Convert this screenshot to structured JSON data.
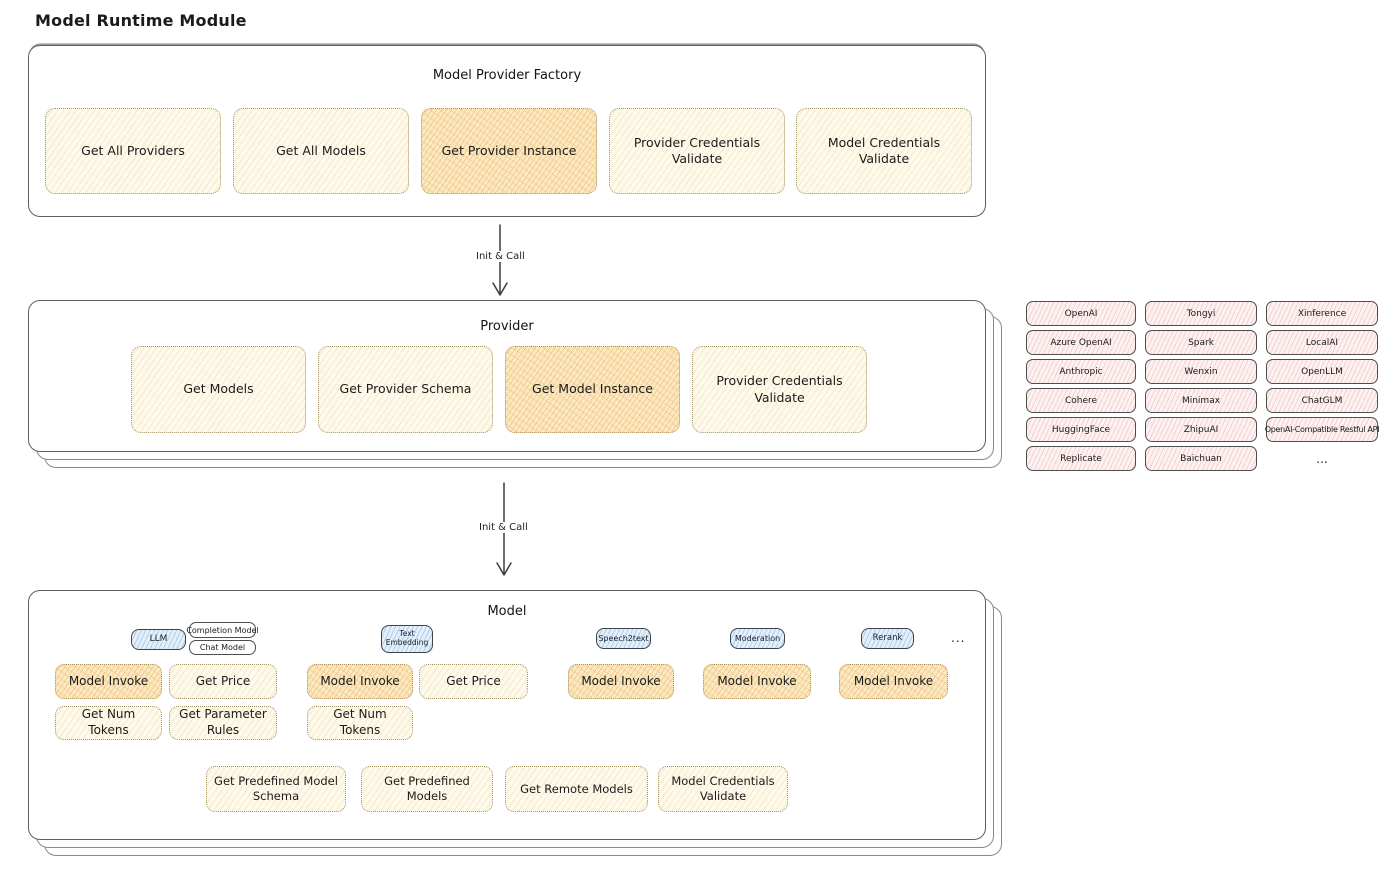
{
  "page_title": "Model Runtime Module",
  "arrows": {
    "arrow1_label": "Init & Call",
    "arrow2_label": "Init & Call"
  },
  "factory": {
    "title": "Model Provider Factory",
    "buttons": [
      {
        "label": "Get All Providers",
        "highlighted": false
      },
      {
        "label": "Get All Models",
        "highlighted": false
      },
      {
        "label": "Get Provider Instance",
        "highlighted": true
      },
      {
        "label": "Provider Credentials Validate",
        "highlighted": false
      },
      {
        "label": "Model Credentials Validate",
        "highlighted": false
      }
    ]
  },
  "provider": {
    "title": "Provider",
    "buttons": [
      {
        "label": "Get Models",
        "highlighted": false
      },
      {
        "label": "Get Provider Schema",
        "highlighted": false
      },
      {
        "label": "Get Model Instance",
        "highlighted": true
      },
      {
        "label": "Provider Credentials Validate",
        "highlighted": false
      }
    ]
  },
  "providers_list": {
    "items": [
      "OpenAI",
      "Tongyi",
      "Xinference",
      "Azure OpenAI",
      "Spark",
      "LocalAI",
      "Anthropic",
      "Wenxin",
      "OpenLLM",
      "Cohere",
      "Minimax",
      "ChatGLM",
      "HuggingFace",
      "ZhipuAI",
      "OpenAI-Compatible Restful API",
      "Replicate",
      "Baichuan"
    ],
    "more_label": "..."
  },
  "model": {
    "title": "Model",
    "tabs": {
      "llm": "LLM",
      "completion_model": "Completion Model",
      "chat_model": "Chat Model",
      "text_embedding": "Text Embedding",
      "speech2text": "Speech2text",
      "moderation": "Moderation",
      "rerank": "Rerank",
      "more": "..."
    },
    "buttons": {
      "model_invoke": "Model Invoke",
      "get_price": "Get Price",
      "get_num_tokens": "Get Num Tokens",
      "get_parameter_rules": "Get Parameter Rules",
      "get_predefined_model_schema": "Get Predefined Model Schema",
      "get_predefined_models": "Get Predefined Models",
      "get_remote_models": "Get Remote Models",
      "model_credentials_validate": "Model Credentials Validate"
    }
  },
  "colors": {
    "cream_fill": "#fefaeb",
    "highlight_fill": "#fbe9c3",
    "pink_fill": "#fdf2f1",
    "blue_fill": "#e3f0fb",
    "outline": "#5f5f5f"
  }
}
